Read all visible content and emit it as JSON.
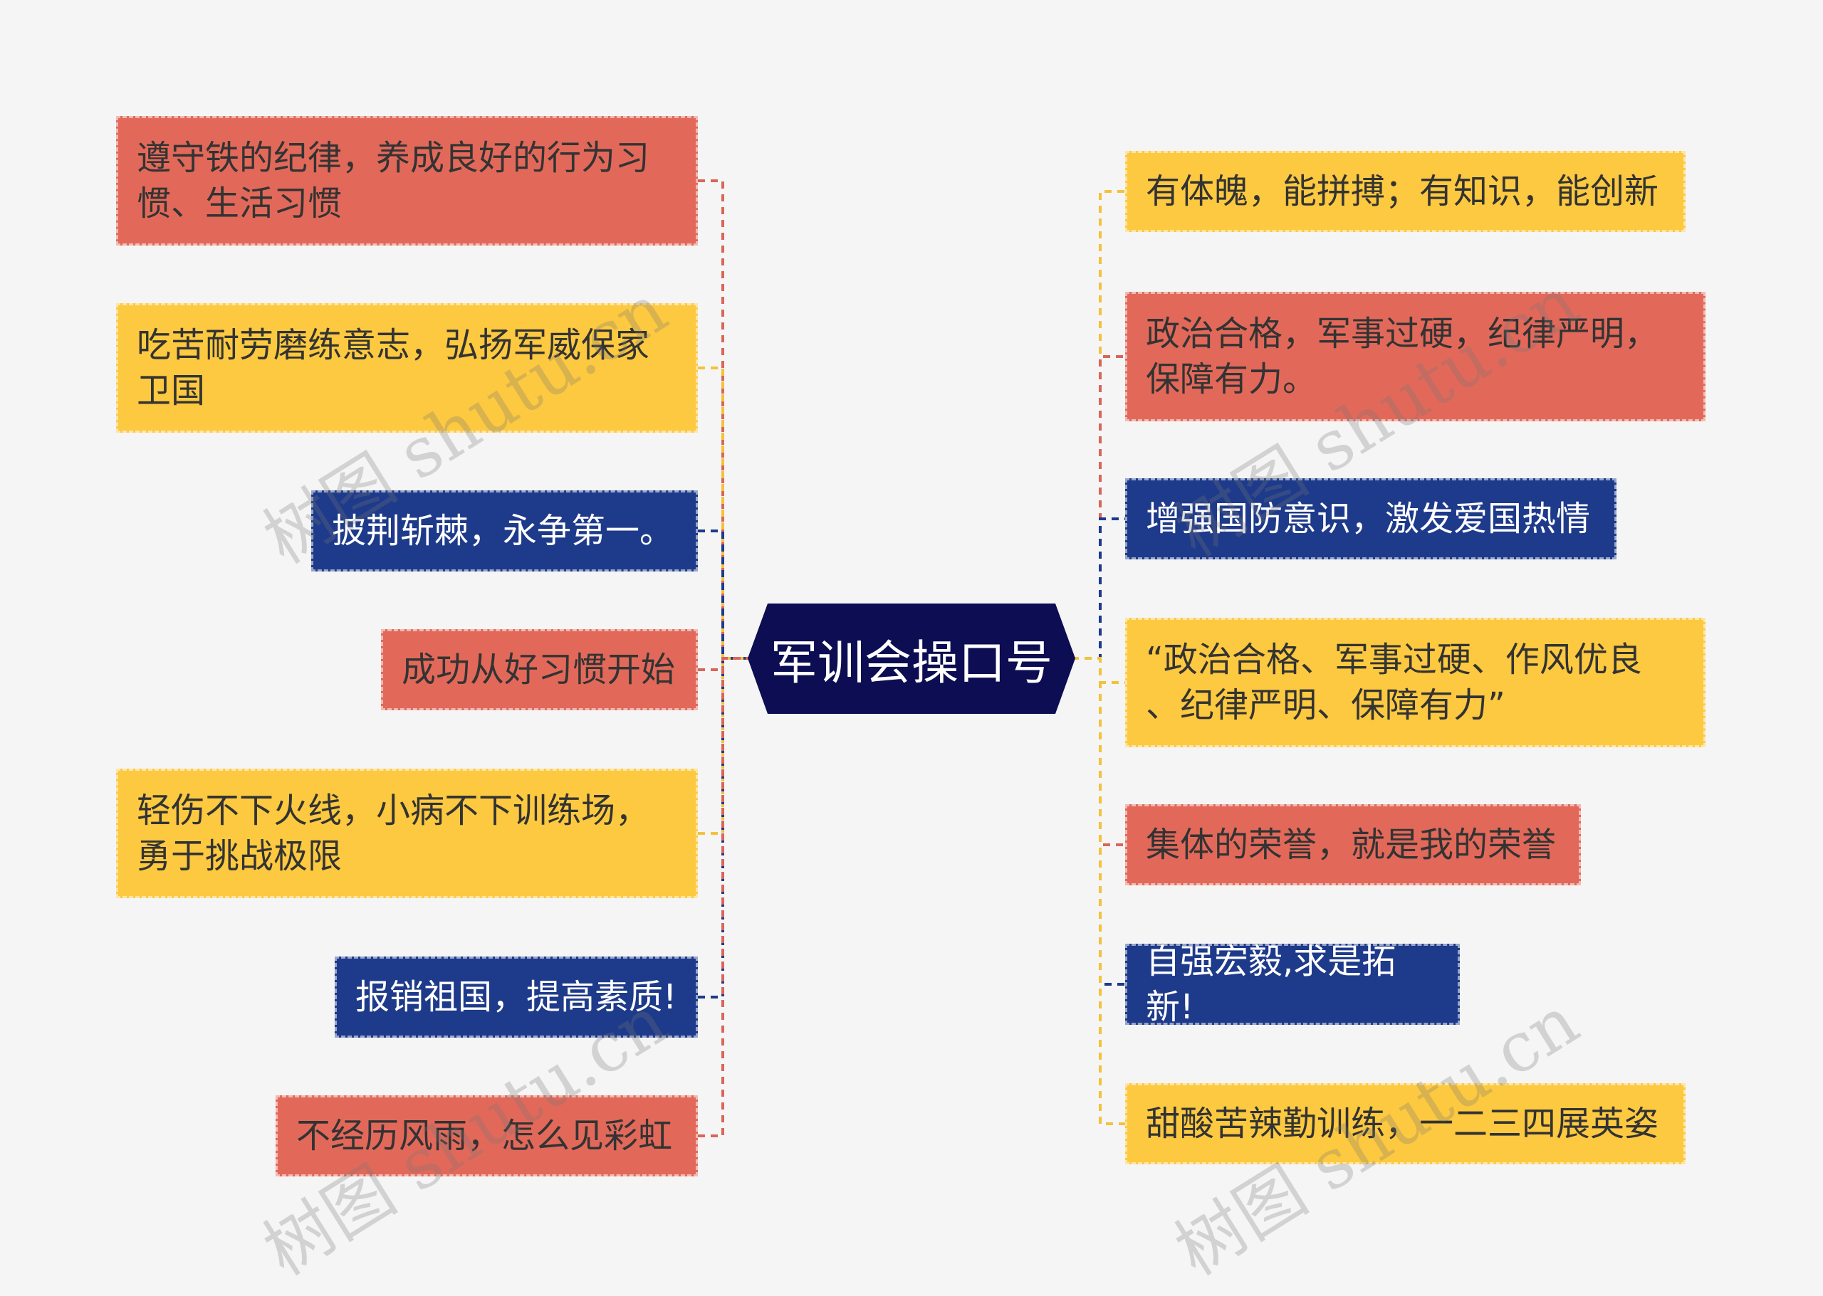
{
  "center": {
    "label": "军训会操口号",
    "color": "#0c0d52"
  },
  "colors": {
    "red": "#e2695a",
    "yellow": "#fcc940",
    "blue": "#1e3a8a",
    "bg": "#f5f5f5"
  },
  "left_nodes": [
    {
      "label": "遵守铁的纪律，养成良好的行为习\n惯、生活习惯",
      "color": "red"
    },
    {
      "label": "吃苦耐劳磨练意志，弘扬军威保家\n卫国",
      "color": "yellow"
    },
    {
      "label": "披荆斩棘，永争第一。",
      "color": "blue"
    },
    {
      "label": "成功从好习惯开始",
      "color": "red"
    },
    {
      "label": "轻伤不下火线，小病不下训练场，\n勇于挑战极限",
      "color": "yellow"
    },
    {
      "label": "报销祖国，提高素质!",
      "color": "blue"
    },
    {
      "label": "不经历风雨，怎么见彩虹",
      "color": "red"
    }
  ],
  "right_nodes": [
    {
      "label": "有体魄，能拼搏；有知识，能创新",
      "color": "yellow"
    },
    {
      "label": "政治合格，军事过硬，纪律严明，\n保障有力。",
      "color": "red"
    },
    {
      "label": "增强国防意识，激发爱国热情",
      "color": "blue"
    },
    {
      "label": "“政治合格、军事过硬、作风优良\n、纪律严明、保障有力”",
      "color": "yellow"
    },
    {
      "label": "集体的荣誉，就是我的荣誉",
      "color": "red"
    },
    {
      "label": "自强宏毅,求是拓新!",
      "color": "blue"
    },
    {
      "label": "甜酸苦辣勤训练，一二三四展英姿",
      "color": "yellow"
    }
  ],
  "watermark": "树图 shutu.cn"
}
